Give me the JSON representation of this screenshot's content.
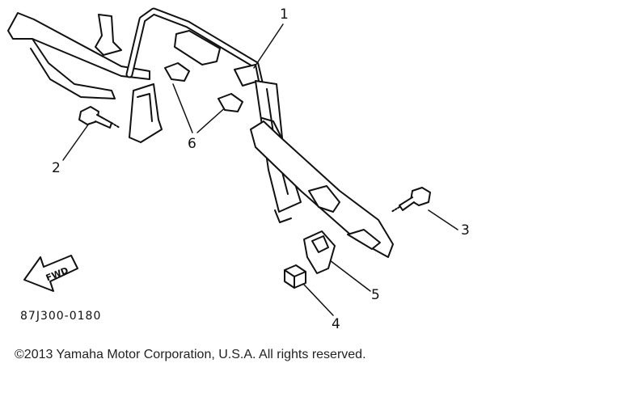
{
  "callouts": {
    "c1": "1",
    "c2": "2",
    "c3": "3",
    "c4": "4",
    "c5": "5",
    "c6": "6"
  },
  "fwd_arrow": {
    "label": "FWD"
  },
  "reference_code": "87J300-0180",
  "copyright": "©2013 Yamaha Motor Corporation, U.S.A. All rights reserved."
}
